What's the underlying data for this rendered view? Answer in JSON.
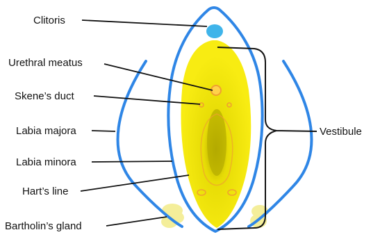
{
  "labels": {
    "clitoris": "Clitoris",
    "urethral_meatus": "Urethral meatus",
    "skenes_duct": "Skene’s duct",
    "labia_majora": "Labia majora",
    "labia_minora": "Labia minora",
    "harts_line": "Hart’s line",
    "bartholins_gland": "Bartholin’s gland",
    "vestibule": "Vestibule"
  },
  "colors": {
    "outline": "#2f86e6",
    "clitoris": "#3fb4ea",
    "vestibule": "#f7ea10",
    "vestibule_center": "#bcb400",
    "gland": "#f4ee9a",
    "duct": "#f0a030",
    "leader": "#111111"
  }
}
